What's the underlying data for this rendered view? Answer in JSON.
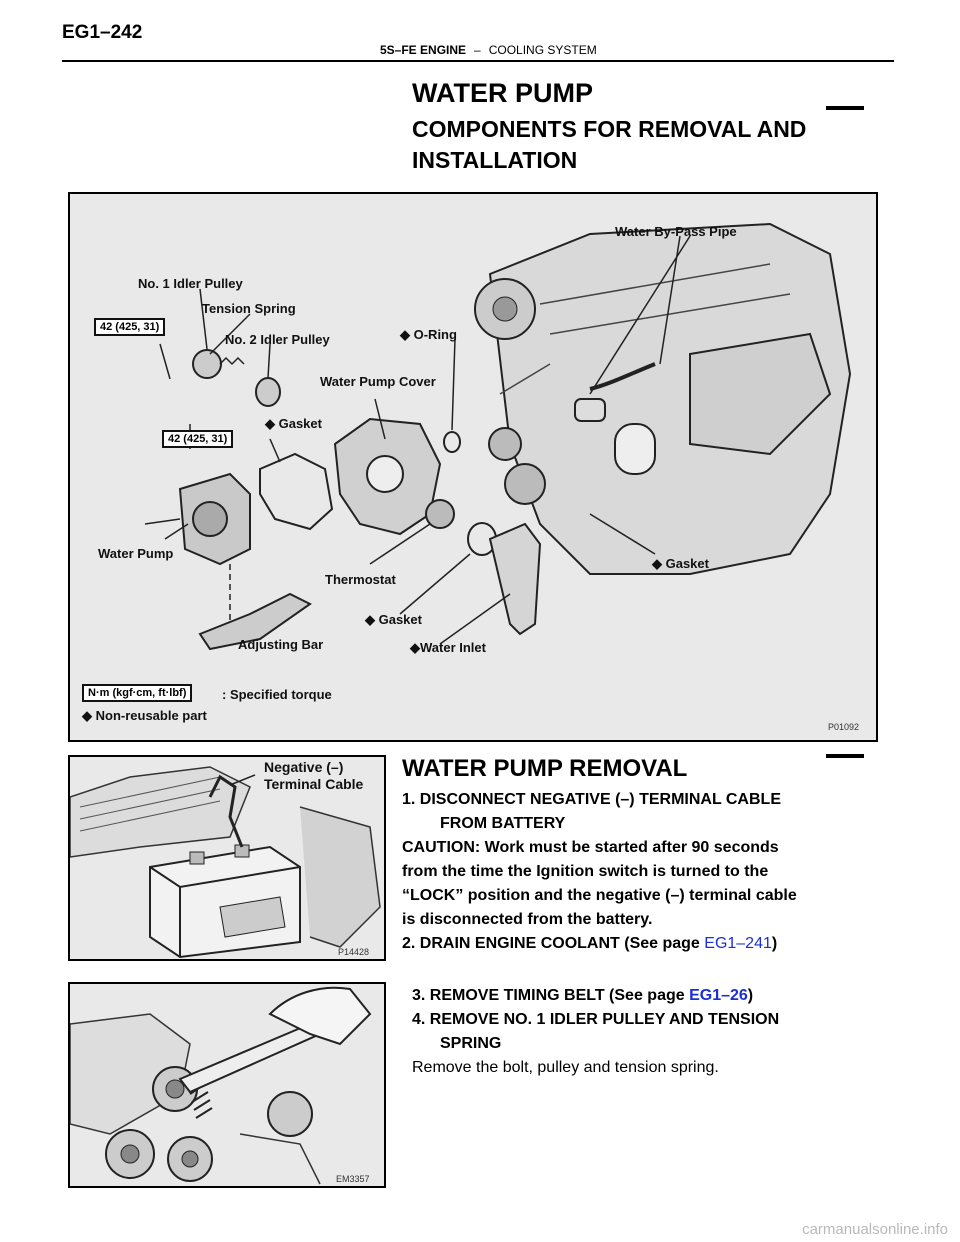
{
  "header": {
    "page_number": "EG1–242",
    "section": "5S–FE ENGINE",
    "dash": "–",
    "subsection": "COOLING SYSTEM"
  },
  "titles": {
    "main": "WATER PUMP",
    "components": "COMPONENTS FOR REMOVAL AND INSTALLATION",
    "removal": "WATER PUMP REMOVAL"
  },
  "components_figure": {
    "labels": {
      "bypass_pipe": "Water By-Pass Pipe",
      "idler1": "No. 1 Idler Pulley",
      "tension_spring": "Tension Spring",
      "idler2": "No. 2 Idler Pulley",
      "oring": "◆ O-Ring",
      "pump_cover": "Water Pump Cover",
      "gasket1": "◆ Gasket",
      "water_pump": "Water Pump",
      "thermostat": "Thermostat",
      "gasket2": "◆ Gasket",
      "gasket3": "◆ Gasket",
      "adjusting_bar": "Adjusting Bar",
      "water_inlet": "◆Water Inlet",
      "torque1": "42 (425, 31)",
      "torque2": "42 (425, 31)",
      "legend_box": "N·m (kgf·cm, ft·lbf)",
      "legend_torque": ": Specified torque",
      "legend_nonreuse": "◆ Non-reusable part",
      "code": "P01092"
    }
  },
  "battery_figure": {
    "label_line1": "Negative (–)",
    "label_line2": "Terminal Cable",
    "code": "P14428"
  },
  "timing_figure": {
    "code": "EM3357"
  },
  "steps": {
    "s1_line1": "1. DISCONNECT NEGATIVE (–) TERMINAL CABLE",
    "s1_line2": "FROM BATTERY",
    "caution_1": "CAUTION: Work must be started after 90 seconds",
    "caution_2": "from the time the Ignition switch is turned to the",
    "caution_3": "“LOCK” position and the negative (–) terminal cable",
    "caution_4": "is disconnected from the battery.",
    "s2_text": "2. DRAIN ENGINE COOLANT (See page ",
    "s2_link": "EG1–241",
    "s2_close": ")",
    "s3_text": "3. REMOVE TIMING BELT (See page ",
    "s3_link": "EG1–26",
    "s3_close": ")",
    "s4_line1": "4. REMOVE NO. 1 IDLER PULLEY AND TENSION",
    "s4_line2": "SPRING",
    "s4_body": "Remove the bolt, pulley and tension spring."
  },
  "watermark": "carmanualsonline.info"
}
